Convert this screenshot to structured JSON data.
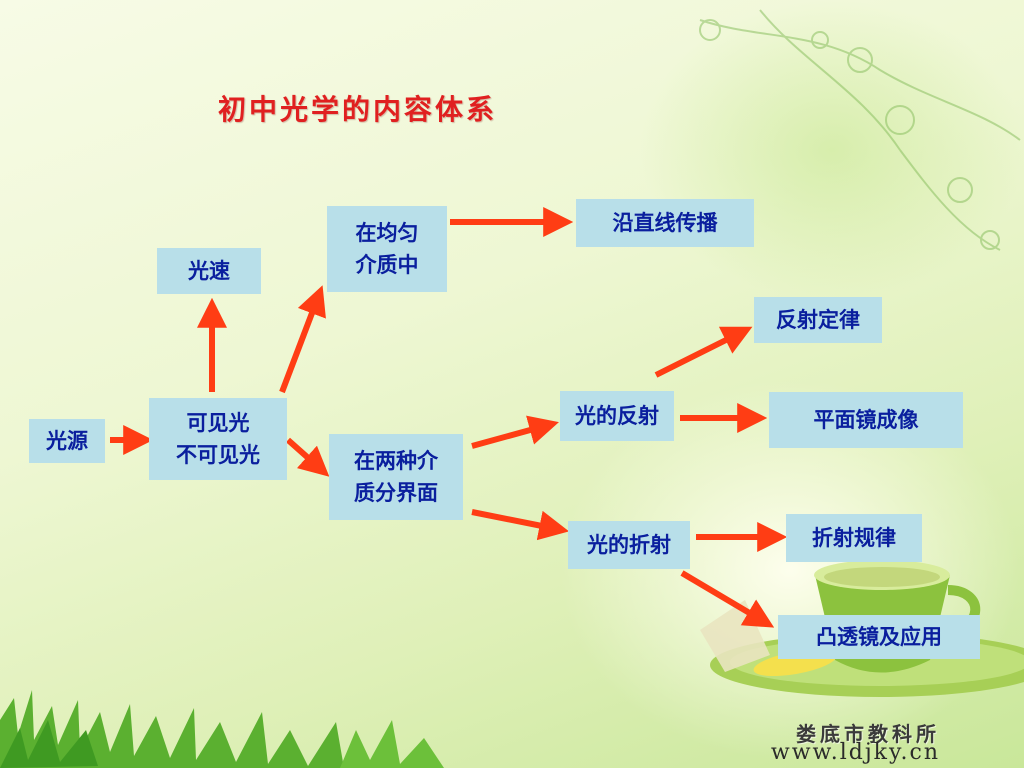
{
  "title": "初中光学的内容体系",
  "nodes": {
    "light_source": "光源",
    "visible_line1": "可见光",
    "visible_line2": "不可见光",
    "speed": "光速",
    "uniform_line1": "在均匀",
    "uniform_line2": "介质中",
    "straight": "沿直线传播",
    "interface_line1": "在两种介",
    "interface_line2": "质分界面",
    "reflection": "光的反射",
    "reflection_law": "反射定律",
    "plane_mirror": "平面镜成像",
    "refraction": "光的折射",
    "refraction_law": "折射规律",
    "convex_lens": "凸透镜及应用"
  },
  "watermark": "娄底市教科所",
  "url": "www.ldjky.cn",
  "colors": {
    "title": "#e02020",
    "node_bg": "#b8dfe9",
    "node_text": "#0a1f9e",
    "arrow": "#ff3d14"
  }
}
